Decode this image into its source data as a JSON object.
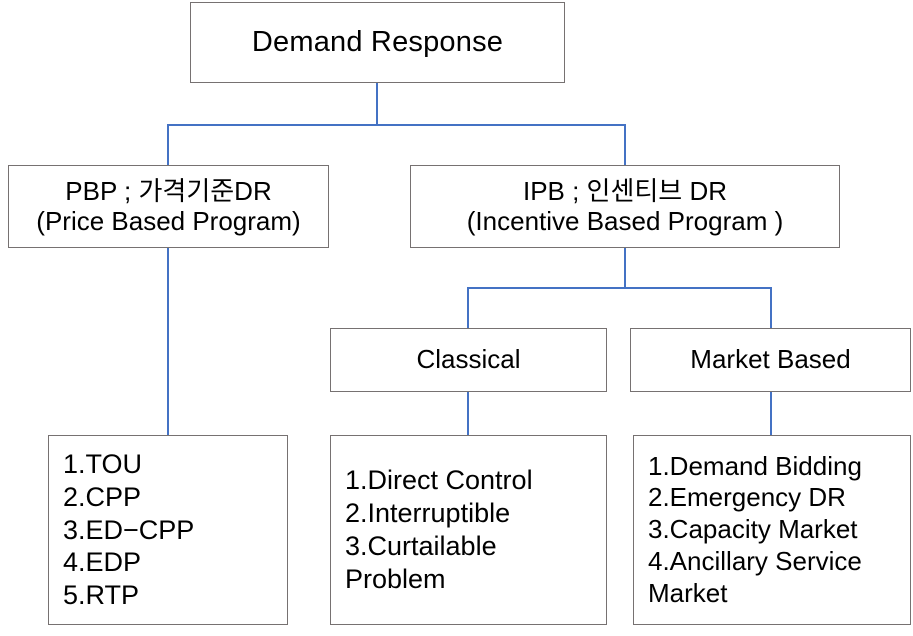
{
  "diagram": {
    "type": "tree",
    "title": "Demand Response",
    "accent_color": "#4472C4",
    "box_border_color": "#767171",
    "background_color": "#FFFFFF",
    "nodes": {
      "root": {
        "lines": [
          "Demand Response"
        ]
      },
      "pbp": {
        "lines": [
          "PBP ; 가격기준DR",
          "(Price Based Program)"
        ]
      },
      "ipb": {
        "lines": [
          "IPB ; 인센티브 DR",
          "(Incentive Based Program )"
        ]
      },
      "classical": {
        "lines": [
          "Classical"
        ]
      },
      "market_based": {
        "lines": [
          "Market Based"
        ]
      },
      "leaf_pbp": {
        "lines": [
          "1.TOU",
          "2.CPP",
          "3.ED−CPP",
          "4.EDP",
          "5.RTP"
        ]
      },
      "leaf_classical": {
        "lines": [
          "1.Direct Control",
          "2.Interruptible",
          "3.Curtailable Problem"
        ]
      },
      "leaf_market": {
        "lines": [
          "1.Demand Bidding",
          "2.Emergency DR",
          "3.Capacity Market",
          "4.Ancillary Service Market"
        ]
      }
    }
  }
}
